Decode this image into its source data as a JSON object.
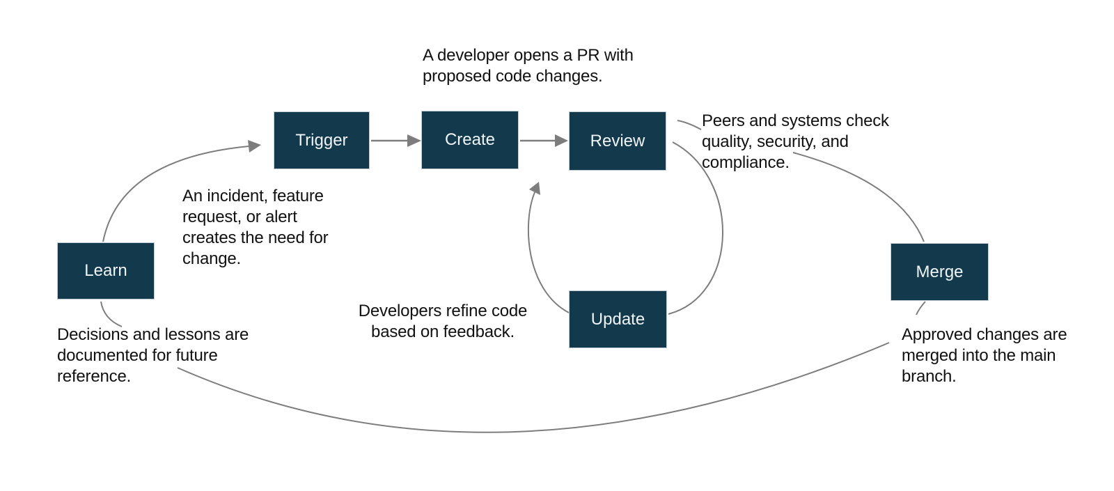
{
  "diagram": {
    "colors": {
      "node_fill": "#133A4C",
      "node_text": "#F0F4F6",
      "node_border": "#C2CDD3",
      "arrow": "#7D7D7D",
      "text": "#111111",
      "background": "#FFFFFF"
    },
    "nodes": [
      {
        "id": "learn",
        "label": "Learn"
      },
      {
        "id": "trigger",
        "label": "Trigger"
      },
      {
        "id": "create",
        "label": "Create"
      },
      {
        "id": "review",
        "label": "Review"
      },
      {
        "id": "update",
        "label": "Update"
      },
      {
        "id": "merge",
        "label": "Merge"
      }
    ],
    "connections": [
      {
        "from": "Learn",
        "to": "Trigger",
        "style": "curved-arrow"
      },
      {
        "from": "Trigger",
        "to": "Create",
        "style": "straight-arrow"
      },
      {
        "from": "Create",
        "to": "Review",
        "style": "straight-arrow"
      },
      {
        "from": "Review",
        "to": "Update",
        "style": "curved-line"
      },
      {
        "from": "Update",
        "to": "Review",
        "style": "curved-arrow"
      },
      {
        "from": "Review",
        "to": "Merge",
        "style": "curved-line"
      },
      {
        "from": "Merge",
        "to": "Learn",
        "style": "curved-line"
      }
    ],
    "annotations": {
      "create_note": {
        "lines": [
          "A developer opens a PR with",
          "proposed code changes."
        ]
      },
      "review_note": {
        "lines": [
          "Peers and systems check",
          "quality, security, and",
          "compliance."
        ]
      },
      "trigger_note": {
        "lines": [
          "An incident, feature",
          "request, or alert",
          "creates the need for",
          "change."
        ]
      },
      "update_note": {
        "lines": [
          "Developers refine code",
          "based on feedback."
        ]
      },
      "learn_note": {
        "lines": [
          "Decisions and lessons are",
          "documented for future",
          "reference."
        ]
      },
      "merge_note": {
        "lines": [
          "Approved changes are",
          "merged into the main",
          "branch."
        ]
      }
    }
  }
}
